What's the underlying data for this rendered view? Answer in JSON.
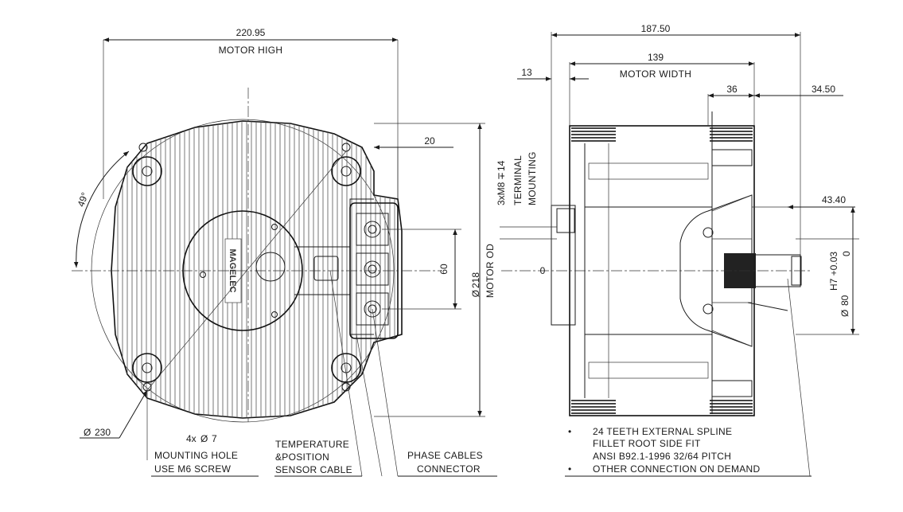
{
  "front_view": {
    "width_dim": "220.95",
    "width_label": "MOTOR HIGH",
    "dim_20": "20",
    "dim_60": "60",
    "od_dim": "218",
    "od_label": "MOTOR OD",
    "angle_dim": "49°",
    "bolt_circle_dim": "230",
    "hole_dim": "4x",
    "hole_dia": "7",
    "brand_text": "MAGELEC"
  },
  "side_view": {
    "overall_dim": "187.50",
    "width_dim": "139",
    "width_label": "MOTOR WIDTH",
    "dim_13": "13",
    "dim_36": "36",
    "dim_34_50": "34.50",
    "terminal_thread": "3xM8",
    "terminal_depth": "14",
    "terminal_label_1": "TERMINAL",
    "terminal_label_2": "MOUNTING",
    "dim_zero": "0",
    "dim_43_40": "43.40",
    "tol_label": "H7 +0.03",
    "tol_zero": "0",
    "shaft_dim": "80"
  },
  "callouts": {
    "mounting_1": "MOUNTING HOLE",
    "mounting_2": "USE M6 SCREW",
    "temp_1": "TEMPERATURE",
    "temp_2": "&POSITION",
    "temp_3": "SENSOR CABLE",
    "phase_1": "PHASE CABLES",
    "phase_2": "CONNECTOR"
  },
  "notes": [
    "24 TEETH EXTERNAL  SPLINE",
    "FILLET ROOT SIDE FIT",
    "ANSI B92.1-1996  32/64 PITCH",
    "OTHER CONNECTION ON DEMAND"
  ]
}
